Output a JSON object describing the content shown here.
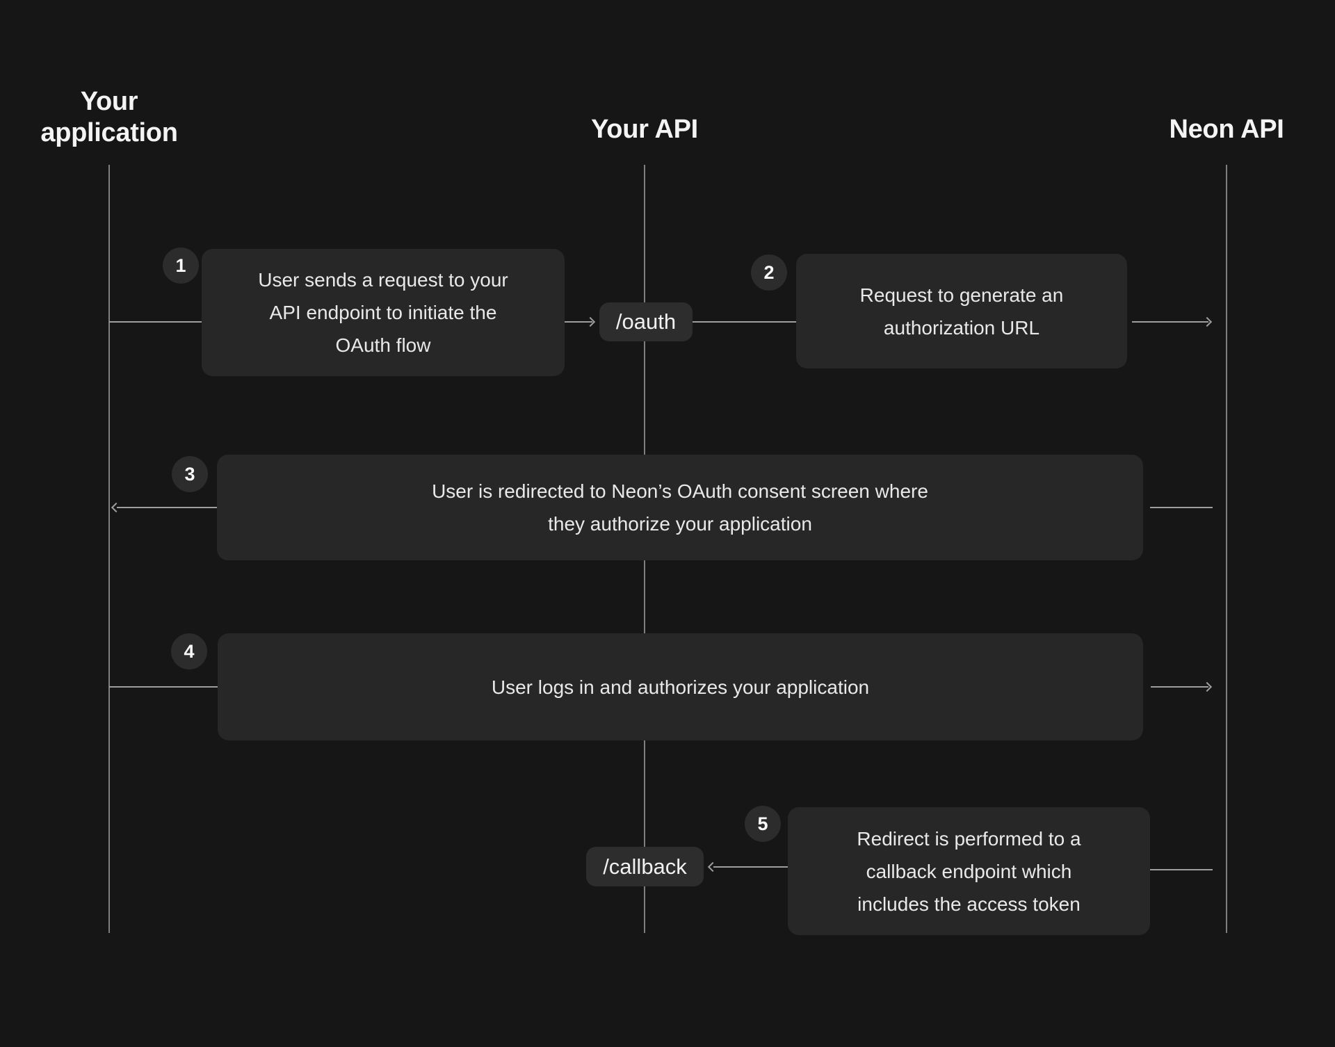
{
  "colors": {
    "bg": "#161616",
    "box": "#272727",
    "pill": "#2d2d2d",
    "circle": "#2c2c2c",
    "text": "#e9e9e9",
    "heading": "#f4f4f4",
    "line": "#9e9e9e",
    "lifeline": "#7f7f7f"
  },
  "actors": [
    {
      "label": "Your application"
    },
    {
      "label": "Your API"
    },
    {
      "label": "Neon API"
    }
  ],
  "endpoints": [
    {
      "label": "/oauth"
    },
    {
      "label": "/callback"
    }
  ],
  "steps": [
    {
      "number": "1",
      "text": "User sends a request to your\nAPI endpoint to initiate the\nOAuth flow"
    },
    {
      "number": "2",
      "text": "Request to generate an\nauthorization URL"
    },
    {
      "number": "3",
      "text": "User is redirected to Neon’s OAuth consent screen where\nthey authorize your application"
    },
    {
      "number": "4",
      "text": "User logs in and authorizes your application"
    },
    {
      "number": "5",
      "text": "Redirect is performed to a\ncallback endpoint which\nincludes the access token"
    }
  ]
}
